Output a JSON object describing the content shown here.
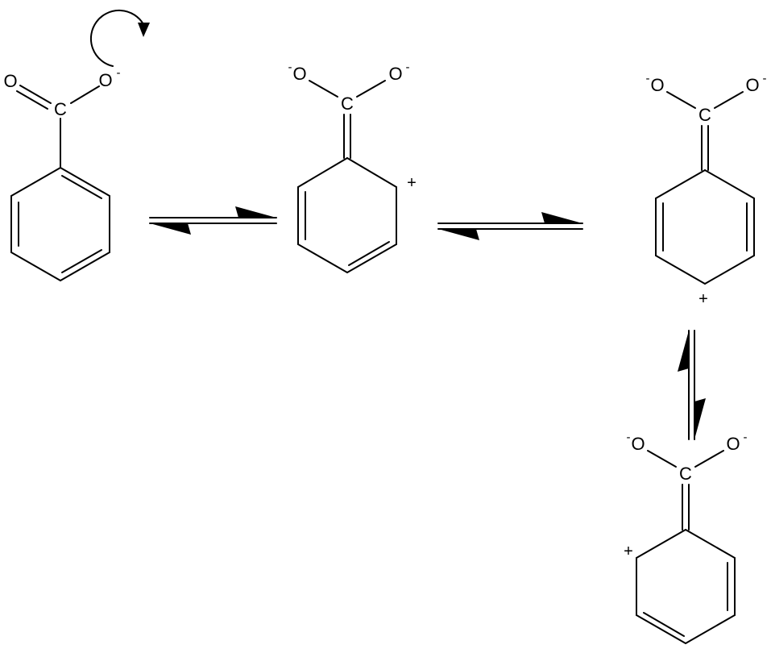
{
  "molecules": [
    {
      "id": "benzoate",
      "carbon": "C",
      "oxygen_left": "O",
      "oxygen_right": "O",
      "oxygen_right_charge": "-",
      "ring_charge": ""
    },
    {
      "id": "resonance-ortho",
      "carbon": "C",
      "oxygen_left": "O",
      "oxygen_left_charge": "-",
      "oxygen_right": "O",
      "oxygen_right_charge": "-",
      "ring_charge": "+"
    },
    {
      "id": "resonance-para",
      "carbon": "C",
      "oxygen_left": "O",
      "oxygen_left_charge": "-",
      "oxygen_right": "O",
      "oxygen_right_charge": "-",
      "ring_charge": "+"
    },
    {
      "id": "resonance-ortho-2",
      "carbon": "C",
      "oxygen_left": "O",
      "oxygen_left_charge": "-",
      "oxygen_right": "O",
      "oxygen_right_charge": "-",
      "ring_charge": "+"
    }
  ],
  "arrows": {
    "count": 3,
    "type": "equilibrium",
    "curved_arrow": "electron-push"
  }
}
